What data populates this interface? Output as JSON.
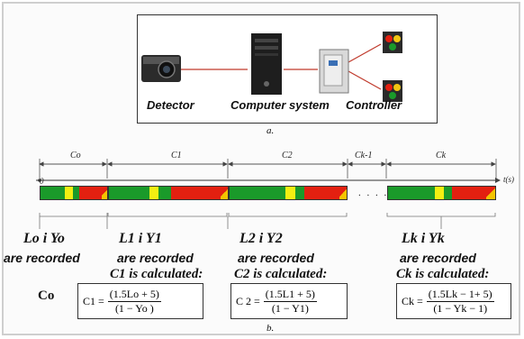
{
  "top_panel": {
    "detector_label": "Detector",
    "computer_label": "Computer system",
    "controller_label": "Controller",
    "caption": "a."
  },
  "timeline": {
    "origin": "0",
    "axis_label": "t(s)",
    "segments": [
      "Co",
      "C1",
      "C2",
      "Ck-1",
      "Ck"
    ],
    "ellipsis": ". . . ."
  },
  "recorded": [
    {
      "vars": "Lo i Yo",
      "text": "are recorded"
    },
    {
      "vars": "L1 i Y1",
      "text": "are recorded"
    },
    {
      "vars": "L2 i Y2",
      "text": "are recorded"
    },
    {
      "vars": "Lk i Yk",
      "text": "are recorded"
    }
  ],
  "calculated": [
    {
      "text": "C1 is calculated:",
      "lhs": "C1 =",
      "num": "(1.5Lo + 5)",
      "den": "(1 − Yo )"
    },
    {
      "text": "C2 is calculated:",
      "lhs": "C 2 =",
      "num": "(1.5L1 + 5)",
      "den": "(1 − Y1)"
    },
    {
      "text": "Ck is calculated:",
      "lhs": "Ck =",
      "num": "(1.5Lk − 1+ 5)",
      "den": "(1 − Yk − 1)"
    }
  ],
  "co_label": "Co",
  "caption_b": "b."
}
